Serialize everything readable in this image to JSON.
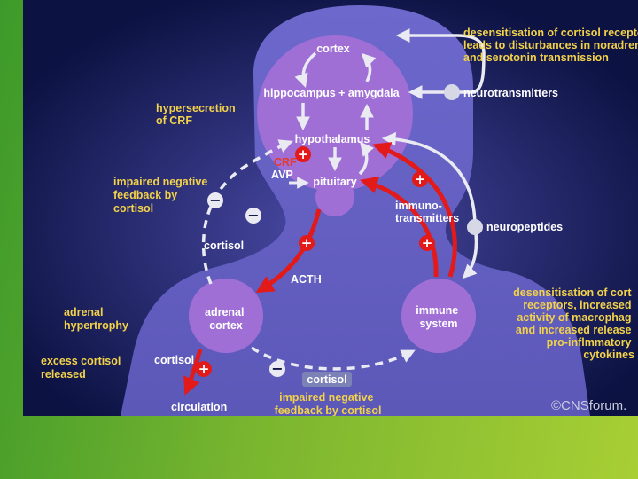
{
  "colors": {
    "background_dark": "#0c1242",
    "silhouette": "#6a66c8",
    "circle": "#a06fd6",
    "arrow_red": "#e21a1a",
    "arrow_grey": "#e9eaf2",
    "label_amber": "#f2d24a",
    "slide_green": "#79b52f"
  },
  "nodes": {
    "cortex": "cortex",
    "hippocampus_amygdala": "hippocampus + amygdala",
    "hypothalamus": "hypothalamus",
    "crf": "CRF",
    "avp": "AVP",
    "pituitary": "pituitary",
    "acth": "ACTH",
    "adrenal_cortex": [
      "adrenal",
      "cortex"
    ],
    "immune_system": [
      "immune",
      "system"
    ],
    "cortisol_left": "cortisol",
    "cortisol_adrenal": "cortisol",
    "cortisol_box": "cortisol",
    "circulation": "circulation",
    "neurotransmitters": "neurotransmitters",
    "neuropeptides": "neuropeptides",
    "immunotransmitters": [
      "immuno-",
      "transmitters"
    ]
  },
  "annotations": {
    "desensitisation_top": [
      "desensitisation of cortisol recepto",
      "leads to disturbances in noradrena",
      "and serotonin transmission"
    ],
    "hypersecretion": [
      "hypersecretion",
      "of CRF"
    ],
    "impaired_feedback_left": [
      "impaired negative",
      "feedback by",
      "cortisol"
    ],
    "adrenal_hypertrophy": [
      "adrenal",
      "hypertrophy"
    ],
    "excess_cortisol": [
      "excess cortisol",
      "released"
    ],
    "impaired_feedback_bottom": [
      "impaired negative",
      "feedback by cortisol"
    ],
    "desensitisation_right": [
      "desensitisation of cort",
      "receptors, increased",
      "activity of macrophag",
      "and increased release",
      "pro-inflmmatory",
      "cytokines"
    ]
  },
  "signs": {
    "plus": "+",
    "minus": "−"
  },
  "branding": "©CNSforum."
}
